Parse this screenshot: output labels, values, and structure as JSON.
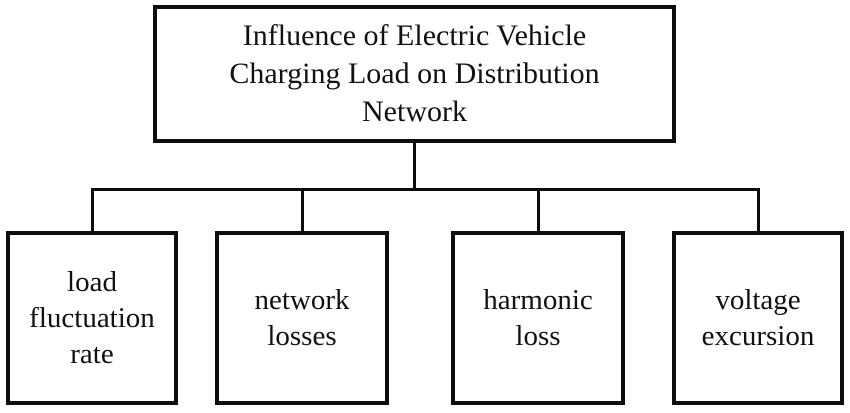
{
  "diagram": {
    "type": "tree",
    "root": {
      "label": "Influence of Electric Vehicle Charging Load on Distribution Network"
    },
    "children": [
      {
        "label": "load fluctuation rate"
      },
      {
        "label": "network losses"
      },
      {
        "label": "harmonic loss"
      },
      {
        "label": "voltage excursion"
      }
    ],
    "colors": {
      "border": "#0d0d0d",
      "background": "#ffffff",
      "text": "#111111",
      "connector": "#0d0d0d"
    }
  }
}
